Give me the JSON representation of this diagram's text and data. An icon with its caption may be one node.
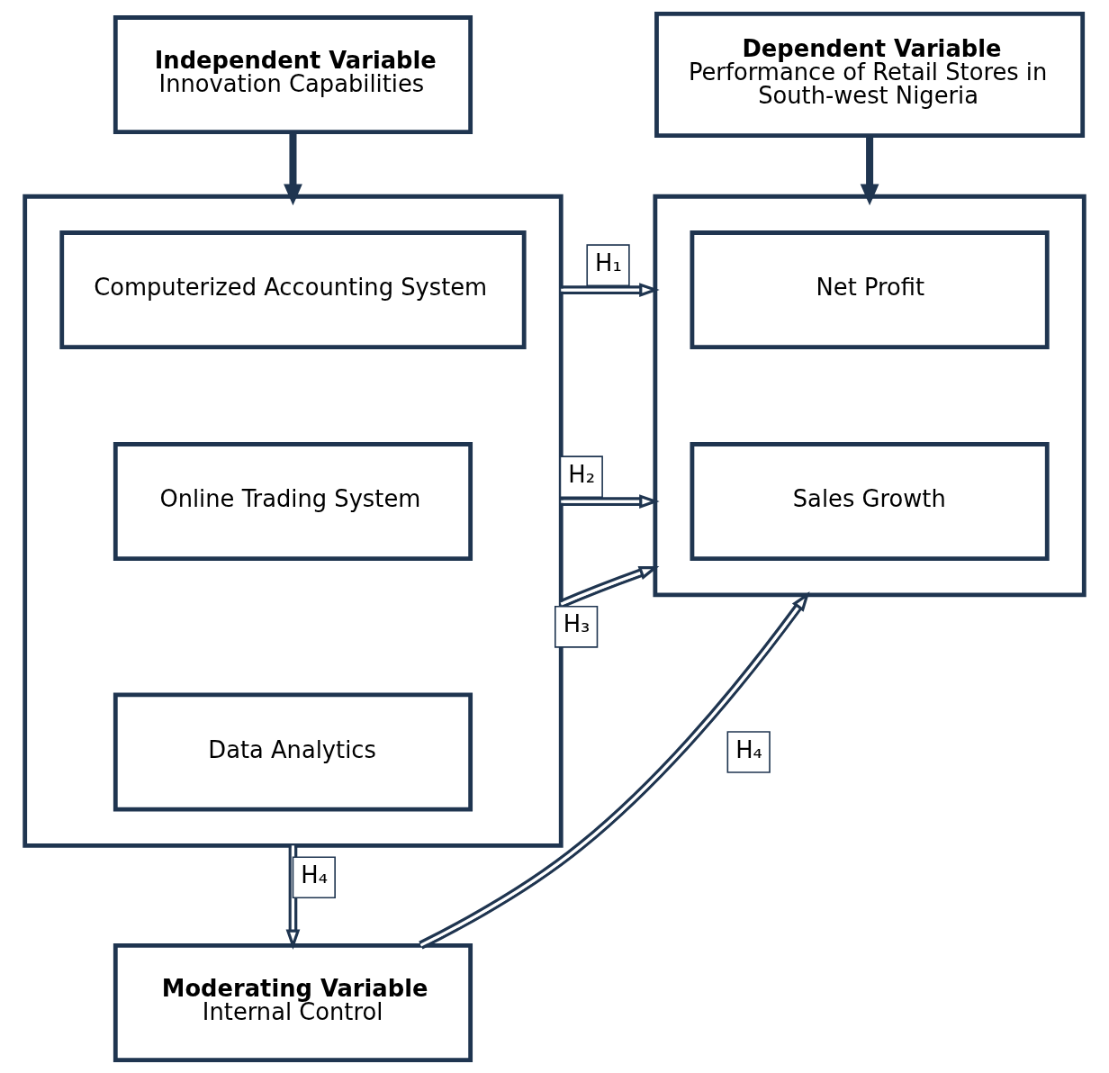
{
  "diagram": {
    "nodes": [
      {
        "text": [
          "Independent Variable",
          "Innovation Capabilities"
        ]
      },
      {
        "text": [
          "Dependent Variable",
          "Performance of Retail Stores in South-west Nigeria"
        ]
      },
      {
        "text": [],
        "shape": "box"
      },
      {
        "text": [
          "Computerized Accounting System"
        ],
        "in": 2
      },
      {
        "text": [
          "Online Trading System"
        ],
        "in": 2
      },
      {
        "text": [
          "Data Analytics"
        ],
        "in": 2
      },
      {
        "text": [],
        "shape": "box"
      },
      {
        "text": [
          "Net Profit"
        ],
        "in": 6
      },
      {
        "text": [
          "Sales Growth"
        ],
        "in": 6
      },
      {
        "text": [
          "Moderating Variable",
          "Internal Control"
        ]
      }
    ],
    "edges": [
      {
        "from": 0,
        "to": 2,
        "arrow": "to",
        "style": "thick"
      },
      {
        "from": 1,
        "to": 6,
        "arrow": "to",
        "style": "thick"
      },
      {
        "from": 2,
        "to": 6,
        "arrow": "to",
        "label": "H₁"
      },
      {
        "from": 2,
        "to": 6,
        "arrow": "to",
        "label": "H₂"
      },
      {
        "from": 2,
        "to": 6,
        "arrow": "to",
        "label": "H₃"
      },
      {
        "from": 2,
        "to": 9,
        "arrow": "to",
        "label": "H₄"
      },
      {
        "from": 9,
        "to": 6,
        "arrow": "to",
        "label": "H₄"
      }
    ]
  }
}
